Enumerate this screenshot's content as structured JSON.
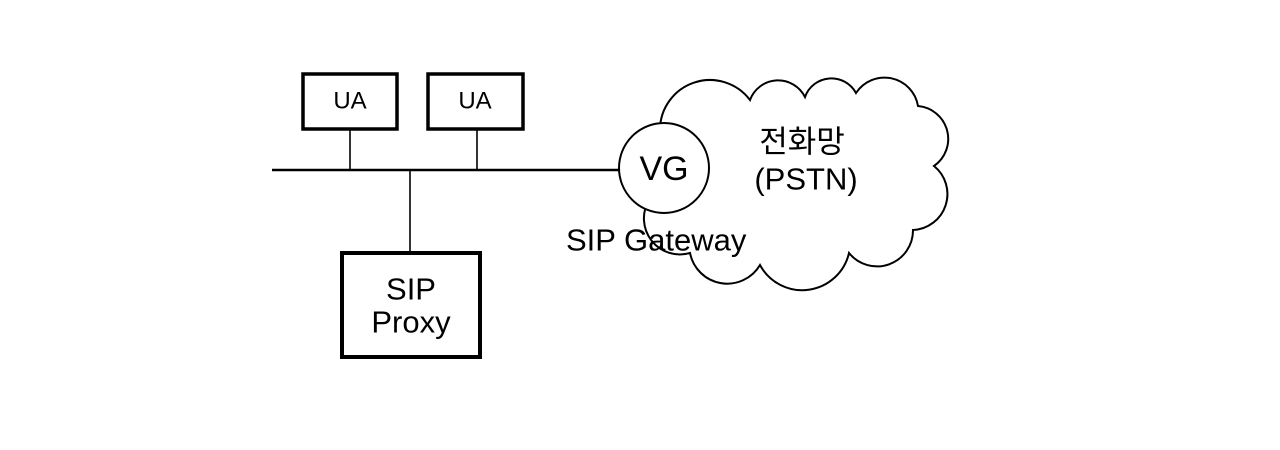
{
  "diagram": {
    "colors": {
      "stroke": "#000000",
      "background": "#ffffff",
      "node_fill": "#ffffff"
    },
    "nodes": {
      "ua_left": {
        "label": "UA"
      },
      "ua_right": {
        "label": "UA"
      },
      "sip_proxy": {
        "lines": [
          "SIP",
          "Proxy"
        ]
      },
      "gateway": {
        "label": "VG",
        "caption": "SIP Gateway"
      },
      "pstn": {
        "lines": [
          "전화망",
          "(PSTN)"
        ]
      }
    }
  }
}
